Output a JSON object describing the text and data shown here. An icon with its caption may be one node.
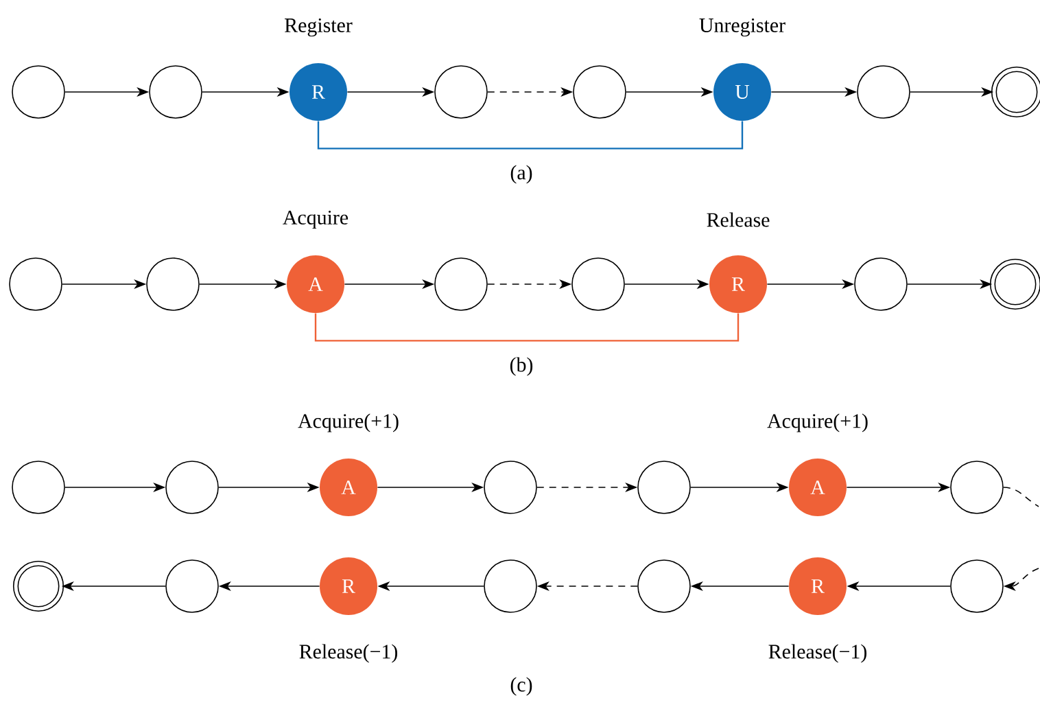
{
  "diagram": {
    "nodes": [
      {
        "text": [],
        "shape": "circle"
      },
      {
        "text": [],
        "shape": "circle"
      },
      {
        "text": [
          "R"
        ],
        "beside": [
          "Register"
        ]
      },
      {
        "text": [],
        "shape": "circle"
      },
      {
        "text": [],
        "shape": "circle"
      },
      {
        "text": [
          "U"
        ],
        "beside": [
          "Unregister"
        ]
      },
      {
        "text": [],
        "shape": "circle"
      },
      {
        "text": [],
        "shape": "ring"
      },
      {
        "text": [],
        "shape": "circle"
      },
      {
        "text": [],
        "shape": "circle"
      },
      {
        "text": [
          "A"
        ],
        "beside": [
          "Acquire"
        ]
      },
      {
        "text": [],
        "shape": "circle"
      },
      {
        "text": [],
        "shape": "circle"
      },
      {
        "text": [
          "R"
        ],
        "beside": [
          "Release"
        ]
      },
      {
        "text": [],
        "shape": "circle"
      },
      {
        "text": [],
        "shape": "ring"
      },
      {
        "text": [],
        "shape": "circle"
      },
      {
        "text": [],
        "shape": "circle"
      },
      {
        "text": [
          "A"
        ],
        "beside": [
          "Acquire(+1)"
        ]
      },
      {
        "text": [],
        "shape": "circle"
      },
      {
        "text": [],
        "shape": "circle"
      },
      {
        "text": [
          "A"
        ],
        "beside": [
          "Acquire(+1)"
        ]
      },
      {
        "text": [],
        "shape": "circle"
      },
      {
        "text": [],
        "shape": "ring"
      },
      {
        "text": [],
        "shape": "circle"
      },
      {
        "text": [
          "R"
        ],
        "beside": [
          "Release(−1)"
        ]
      },
      {
        "text": [],
        "shape": "circle"
      },
      {
        "text": [],
        "shape": "circle"
      },
      {
        "text": [
          "R"
        ],
        "beside": [
          "Release(−1)"
        ]
      },
      {
        "text": [],
        "shape": "circle"
      }
    ],
    "edges": [
      {
        "from": 0,
        "to": 1,
        "arrow": "to"
      },
      {
        "from": 1,
        "to": 2,
        "arrow": "to"
      },
      {
        "from": 2,
        "to": 3,
        "arrow": "to"
      },
      {
        "from": 3,
        "to": 4,
        "arrow": "to",
        "style": "dashed"
      },
      {
        "from": 4,
        "to": 5,
        "arrow": "to"
      },
      {
        "from": 5,
        "to": 6,
        "arrow": "to"
      },
      {
        "from": 6,
        "to": 7,
        "arrow": "to"
      },
      {
        "from": 2,
        "to": 5,
        "arrow": "none",
        "color": "#1170b8"
      },
      {
        "from": 8,
        "to": 9,
        "arrow": "to"
      },
      {
        "from": 9,
        "to": 10,
        "arrow": "to"
      },
      {
        "from": 10,
        "to": 11,
        "arrow": "to"
      },
      {
        "from": 11,
        "to": 12,
        "arrow": "to",
        "style": "dashed"
      },
      {
        "from": 12,
        "to": 13,
        "arrow": "to"
      },
      {
        "from": 13,
        "to": 14,
        "arrow": "to"
      },
      {
        "from": 14,
        "to": 15,
        "arrow": "to"
      },
      {
        "from": 10,
        "to": 13,
        "arrow": "none",
        "color": "#ef6137"
      },
      {
        "from": 16,
        "to": 17,
        "arrow": "to"
      },
      {
        "from": 17,
        "to": 18,
        "arrow": "to"
      },
      {
        "from": 18,
        "to": 19,
        "arrow": "to"
      },
      {
        "from": 19,
        "to": 20,
        "arrow": "to",
        "style": "dashed"
      },
      {
        "from": 20,
        "to": 21,
        "arrow": "to"
      },
      {
        "from": 21,
        "to": 22,
        "arrow": "to"
      },
      {
        "from": 22,
        "to": null,
        "arrow": "none",
        "style": "dashed"
      },
      {
        "from": null,
        "to": 29,
        "arrow": "to",
        "style": "dashed"
      },
      {
        "from": 29,
        "to": 28,
        "arrow": "to"
      },
      {
        "from": 28,
        "to": 27,
        "arrow": "to"
      },
      {
        "from": 27,
        "to": 26,
        "arrow": "to",
        "style": "dashed"
      },
      {
        "from": 26,
        "to": 25,
        "arrow": "to"
      },
      {
        "from": 25,
        "to": 24,
        "arrow": "to"
      },
      {
        "from": 24,
        "to": 23,
        "arrow": "to"
      }
    ],
    "labels": [
      "(a)",
      "(b)",
      "(c)"
    ]
  }
}
